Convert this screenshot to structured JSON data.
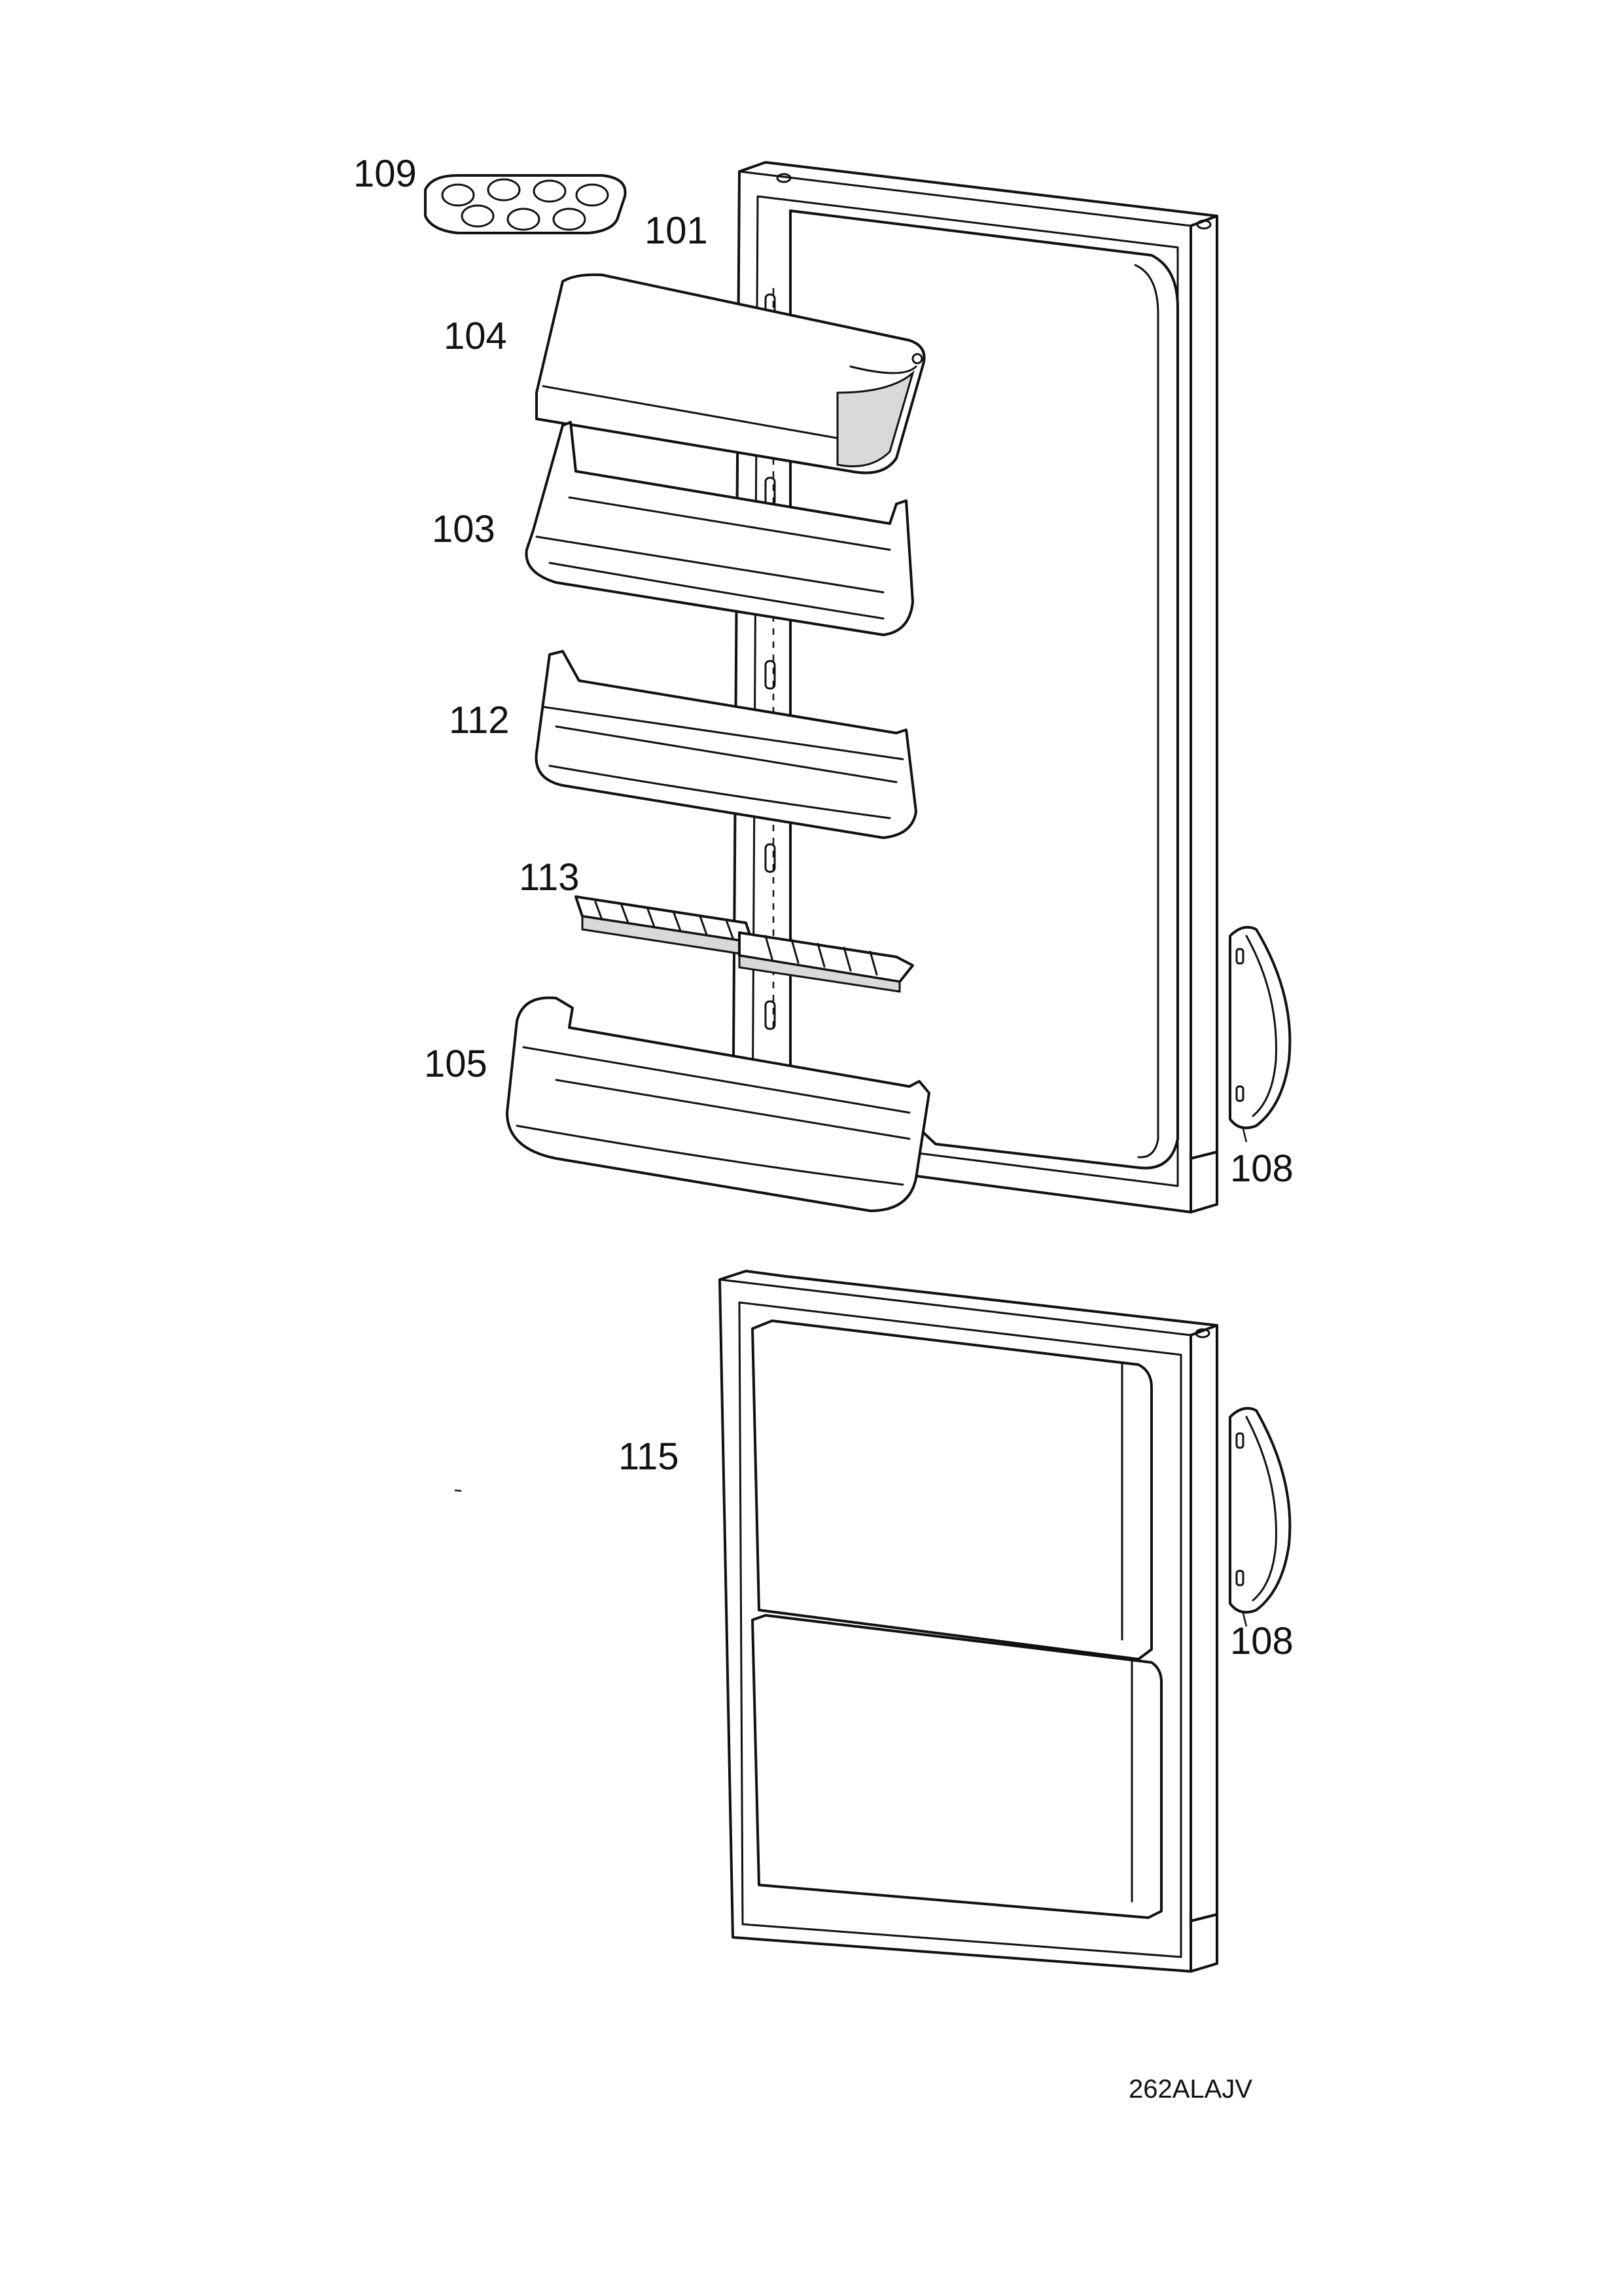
{
  "diagram": {
    "labels": {
      "p109": "109",
      "p101": "101",
      "p104": "104",
      "p103": "103",
      "p112": "112",
      "p113": "113",
      "p105": "105",
      "p108_upper": "108",
      "p108_lower": "108",
      "p115": "115"
    },
    "drawing_code": "262ALAJV"
  }
}
